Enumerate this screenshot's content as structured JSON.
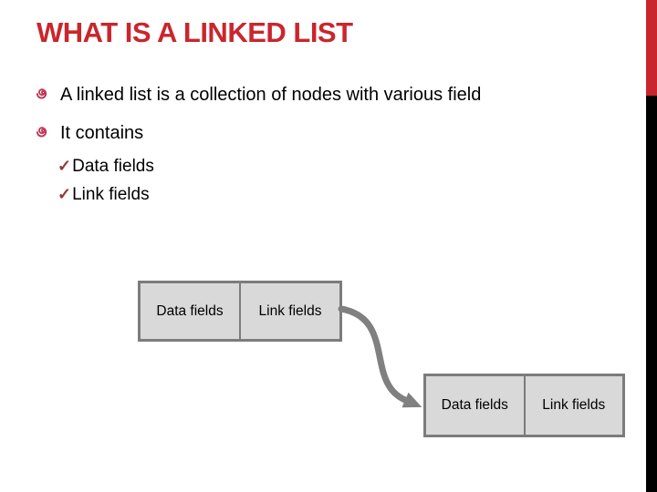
{
  "slide": {
    "title": "WHAT IS A LINKED LIST",
    "bullets": [
      {
        "text": "A linked list is a collection of nodes with various field"
      },
      {
        "text": "It contains"
      }
    ],
    "sub_bullets": [
      {
        "text": "Data fields"
      },
      {
        "text": "Link fields"
      }
    ],
    "nodes": [
      {
        "cells": [
          "Data fields",
          "Link fields"
        ]
      },
      {
        "cells": [
          "Data fields",
          "Link fields"
        ]
      }
    ],
    "icons": {
      "check_glyph": "✓",
      "bullet_style": "spiral-icon"
    },
    "colors": {
      "title_red": "#C9262D",
      "accent_bar_red": "#C9252D",
      "accent_bar_black": "#000000",
      "spiral_bullet": "#C23A58",
      "checkmark_red": "#953735",
      "node_fill": "#D9D9D9",
      "node_border": "#7C7C7C",
      "arrow_gray": "#808080"
    }
  }
}
